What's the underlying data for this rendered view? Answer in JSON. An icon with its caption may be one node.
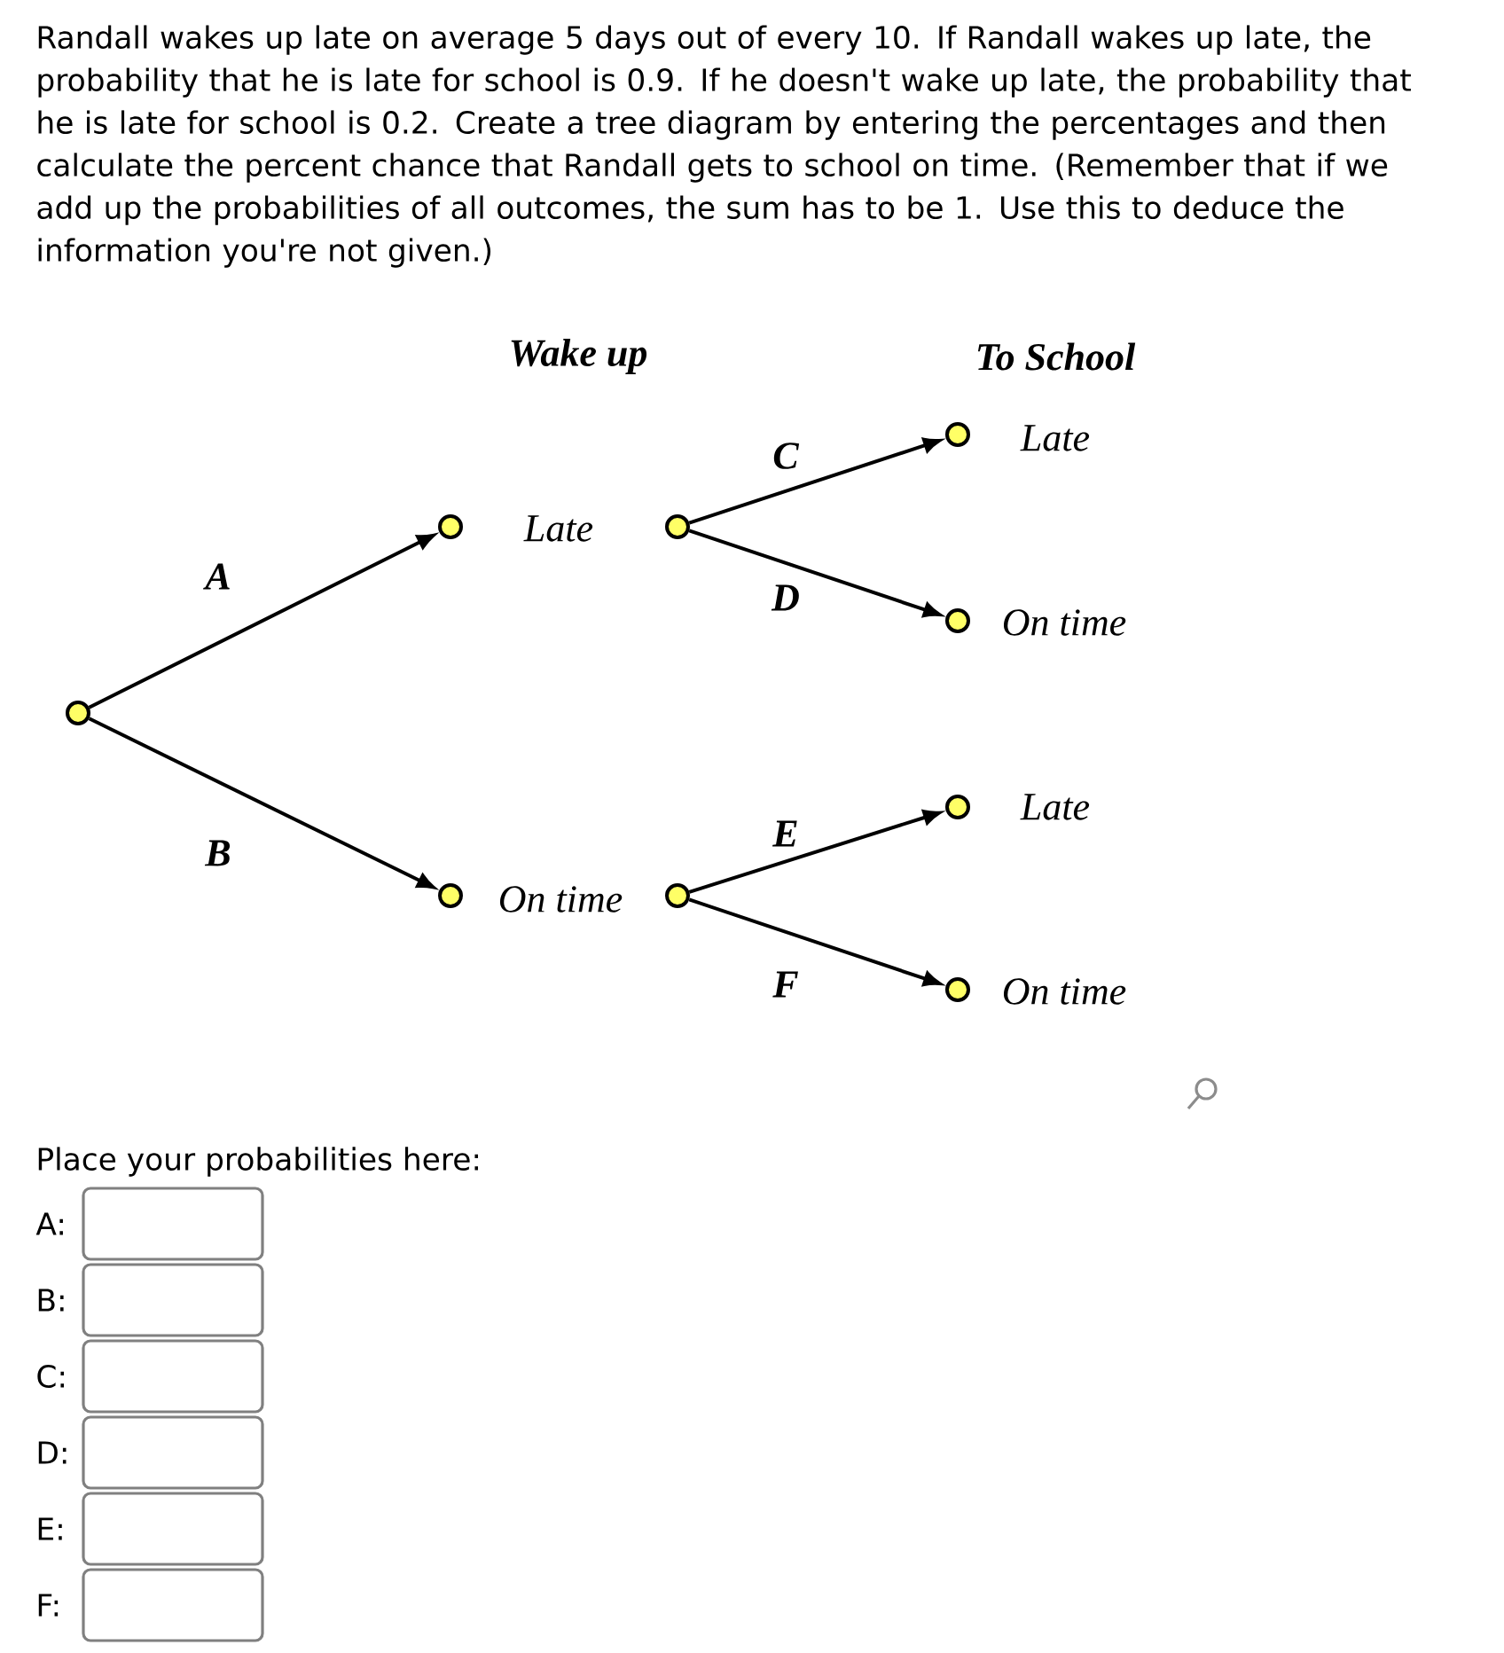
{
  "diagram": {
    "nodes": [
      {
        "text": [],
        "shape": "circle"
      },
      {
        "text": [],
        "shape": "circle",
        "beside": [
          "Late"
        ]
      },
      {
        "text": [],
        "shape": "circle",
        "beside": [
          "On time"
        ]
      },
      {
        "text": [],
        "shape": "circle"
      },
      {
        "text": [],
        "shape": "circle"
      },
      {
        "text": [],
        "shape": "circle",
        "beside": [
          "Late"
        ]
      },
      {
        "text": [],
        "shape": "circle",
        "beside": [
          "On time"
        ]
      },
      {
        "text": [],
        "shape": "circle",
        "beside": [
          "Late"
        ]
      },
      {
        "text": [],
        "shape": "circle",
        "beside": [
          "On time"
        ]
      }
    ],
    "edges": [
      {
        "from": 0,
        "to": 1,
        "arrow": "to",
        "label": "A"
      },
      {
        "from": 0,
        "to": 2,
        "arrow": "to",
        "label": "B"
      },
      {
        "from": 3,
        "to": 5,
        "arrow": "to",
        "label": "C"
      },
      {
        "from": 3,
        "to": 6,
        "arrow": "to",
        "label": "D"
      },
      {
        "from": 4,
        "to": 7,
        "arrow": "to",
        "label": "E"
      },
      {
        "from": 4,
        "to": 8,
        "arrow": "to",
        "label": "F"
      }
    ],
    "labels": [
      "Randall wakes up late on average 5 days out of every 10. If Randall wakes up late, the probability that he is late for school is 0.9. If he doesn't wake up late, the probability that he is late for school is 0.2. Create a tree diagram by entering the percentages and then calculate the percent chance that Randall gets to school on time. (Remember that if we add up the probabilities of all outcomes, the sum has to be 1. Use this to deduce the information you're not given.)",
      "Wake up",
      "To School",
      "Place your probabilities here:",
      "A:",
      "B:",
      "C:",
      "D:",
      "E:",
      "F:"
    ]
  }
}
